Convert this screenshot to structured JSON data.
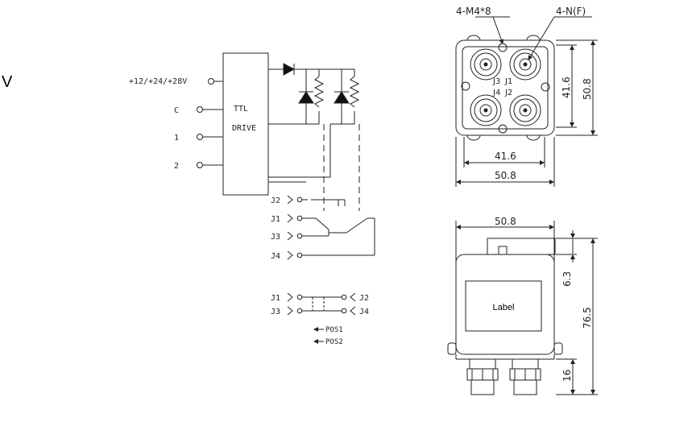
{
  "stray_letter": "V",
  "schematic": {
    "power_label": "+12/+24/+28V",
    "input_c": "C",
    "input_1": "1",
    "input_2": "2",
    "drive_line1": "TTL",
    "drive_line2": "DRIVE",
    "port_j2": "J2",
    "port_j1": "J1",
    "port_j3": "J3",
    "port_j4": "J4"
  },
  "legend": {
    "left_top": "J1",
    "left_bottom": "J3",
    "right_top": "J2",
    "right_bottom": "J4",
    "pos1": "POS1",
    "pos2": "POS2"
  },
  "top_view": {
    "screw_label": "4-M4*8",
    "connector_label": "4-N(F)",
    "port_j3": "J3",
    "port_j1": "J1",
    "port_j4": "J4",
    "port_j2": "J2",
    "dim_inner_h": "41.6",
    "dim_outer_h": "50.8",
    "dim_inner_w": "41.6",
    "dim_outer_w": "50.8"
  },
  "side_view": {
    "label": "Label",
    "dim_width": "50.8",
    "dim_top": "6.3",
    "dim_height": "76.5",
    "dim_connector": "16"
  }
}
